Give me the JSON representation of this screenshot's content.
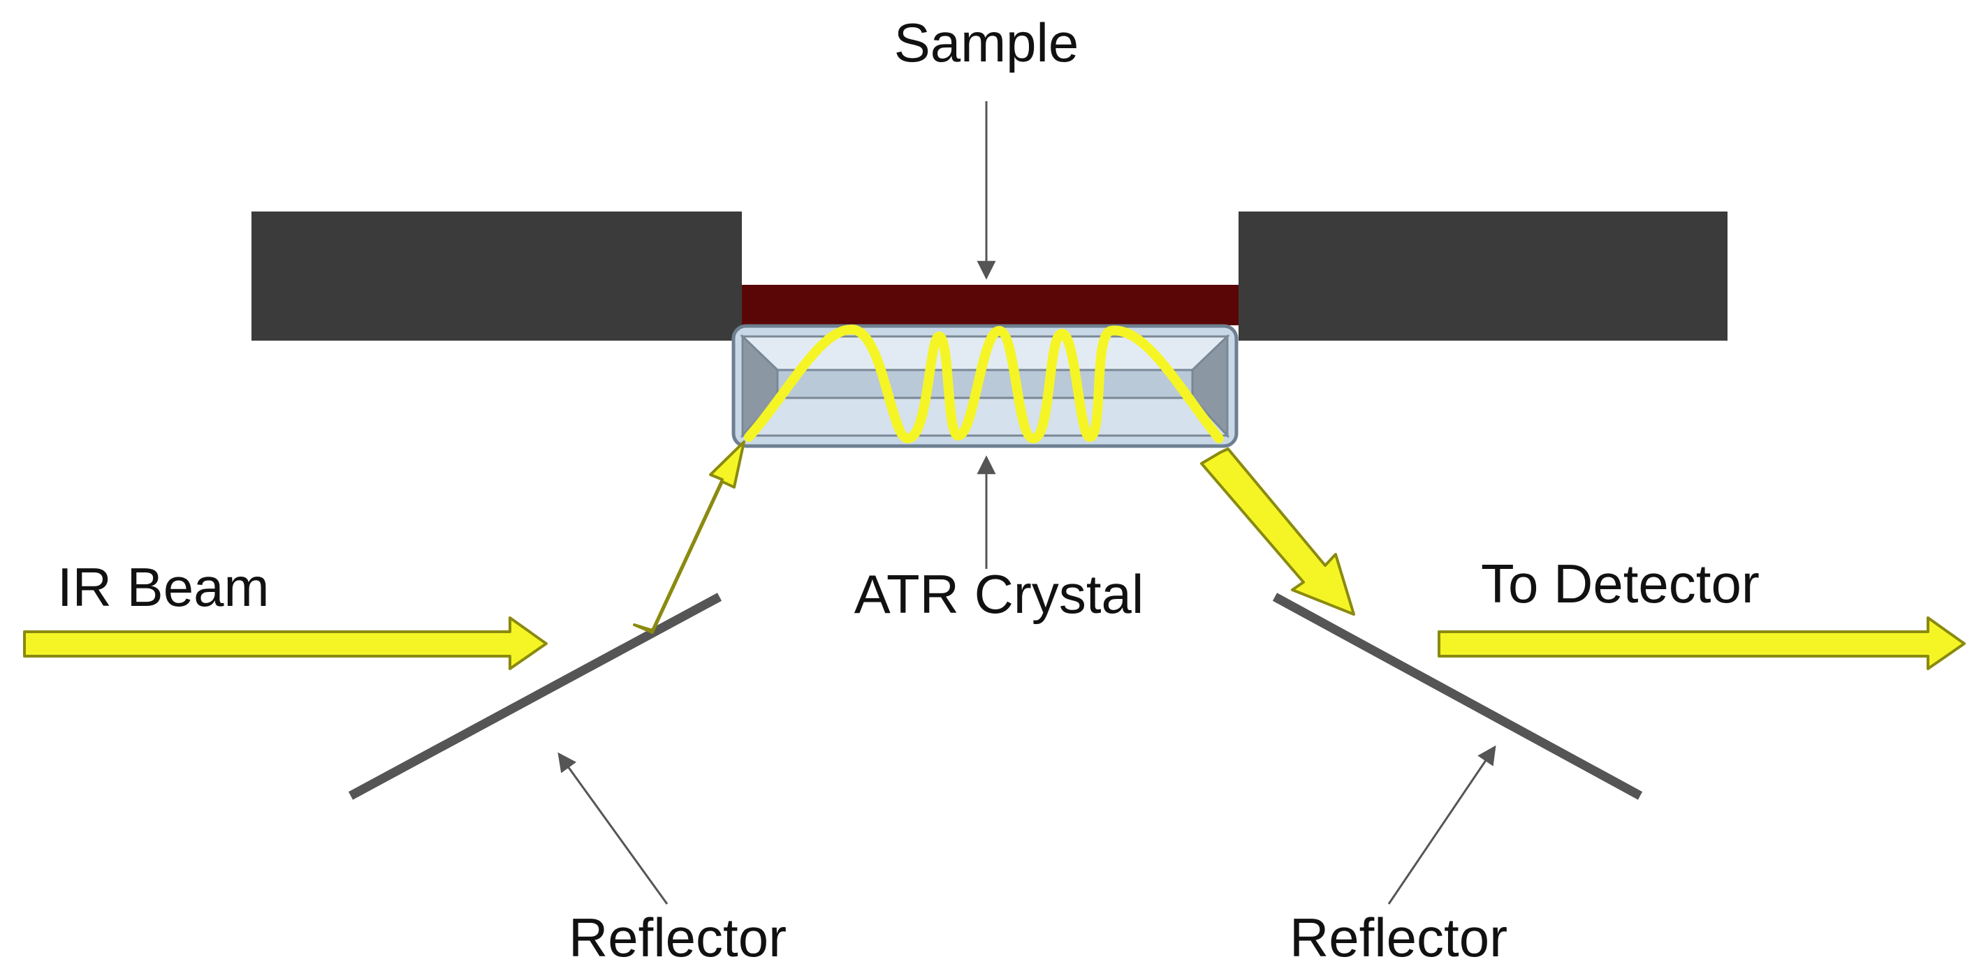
{
  "labels": {
    "sample": "Sample",
    "ir_beam": "IR Beam",
    "atr_crystal": "ATR Crystal",
    "to_detector": "To Detector",
    "reflector_left": "Reflector",
    "reflector_right": "Reflector"
  },
  "colors": {
    "background": "#ffffff",
    "holder": "#3b3b3b",
    "sample": "#5a0606",
    "crystal_fill": "#c9d8e6",
    "crystal_outline": "#6d7f90",
    "crystal_bevel": "#8b98a4",
    "beam": "#f5f526",
    "beam_outline": "#8a8a10",
    "reflector": "#555555",
    "pointer": "#555555",
    "text": "#111111"
  }
}
